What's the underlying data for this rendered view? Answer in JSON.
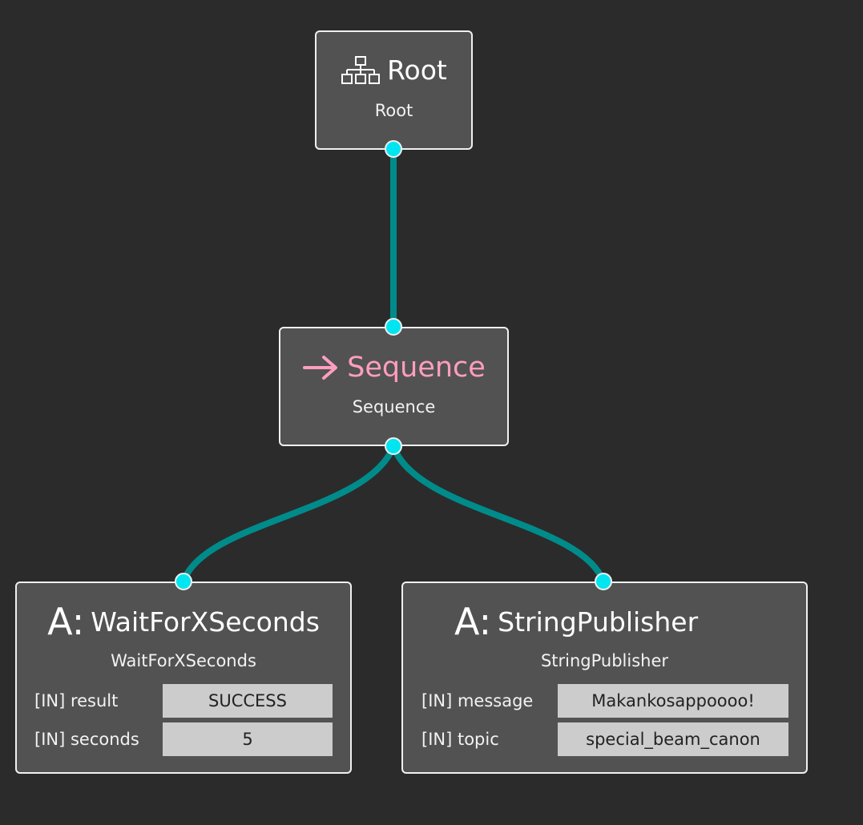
{
  "colors": {
    "background": "#2b2b2b",
    "node_fill": "#525252",
    "node_border": "#f0f0f0",
    "edge": "#008b8b",
    "socket": "#00e5f0",
    "sequence_title": "#ff9ec0",
    "port_value_fill": "#cccccc"
  },
  "nodes": {
    "root": {
      "icon": "tree-hierarchy-icon",
      "title": "Root",
      "subtitle": "Root"
    },
    "sequence": {
      "icon": "right-arrow-icon",
      "title": "Sequence",
      "subtitle": "Sequence"
    },
    "wait": {
      "icon_text": "A:",
      "title": "WaitForXSeconds",
      "subtitle": "WaitForXSeconds",
      "ports": [
        {
          "label": "[IN] result",
          "value": "SUCCESS"
        },
        {
          "label": "[IN] seconds",
          "value": "5"
        }
      ]
    },
    "publisher": {
      "icon_text": "A:",
      "title": "StringPublisher",
      "subtitle": "StringPublisher",
      "ports": [
        {
          "label": "[IN] message",
          "value": "Makankosappoooo!"
        },
        {
          "label": "[IN] topic",
          "value": "special_beam_canon"
        }
      ]
    }
  }
}
